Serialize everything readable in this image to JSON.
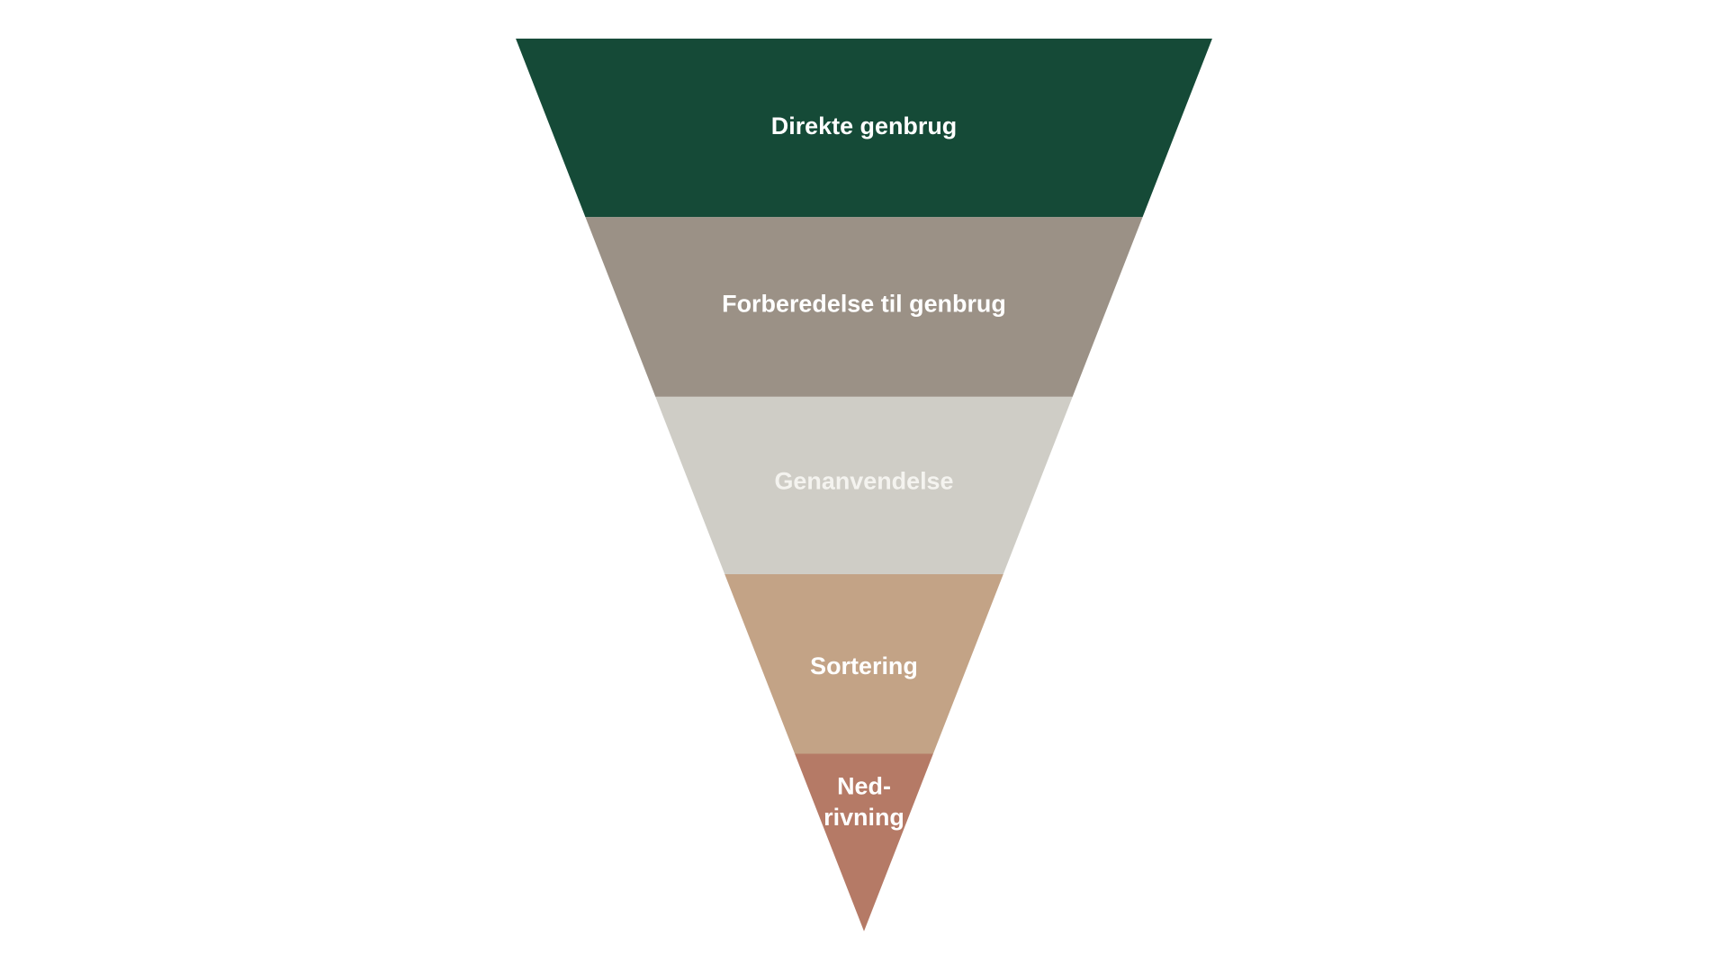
{
  "diagram": {
    "type": "inverted-pyramid",
    "levels": [
      {
        "lines": [
          "Direkte genbrug"
        ],
        "color": "#154a37",
        "text_color": "#ffffff"
      },
      {
        "lines": [
          "Forberedelse til genbrug"
        ],
        "color": "#9b9186",
        "text_color": "#ffffff"
      },
      {
        "lines": [
          "Genanvendelse"
        ],
        "color": "#cfcdc6",
        "text_color": "#f4f3ef"
      },
      {
        "lines": [
          "Sortering"
        ],
        "color": "#c3a386",
        "text_color": "#ffffff"
      },
      {
        "lines": [
          "Ned-",
          "rivning"
        ],
        "color": "#b57a66",
        "text_color": "#ffffff"
      }
    ]
  }
}
